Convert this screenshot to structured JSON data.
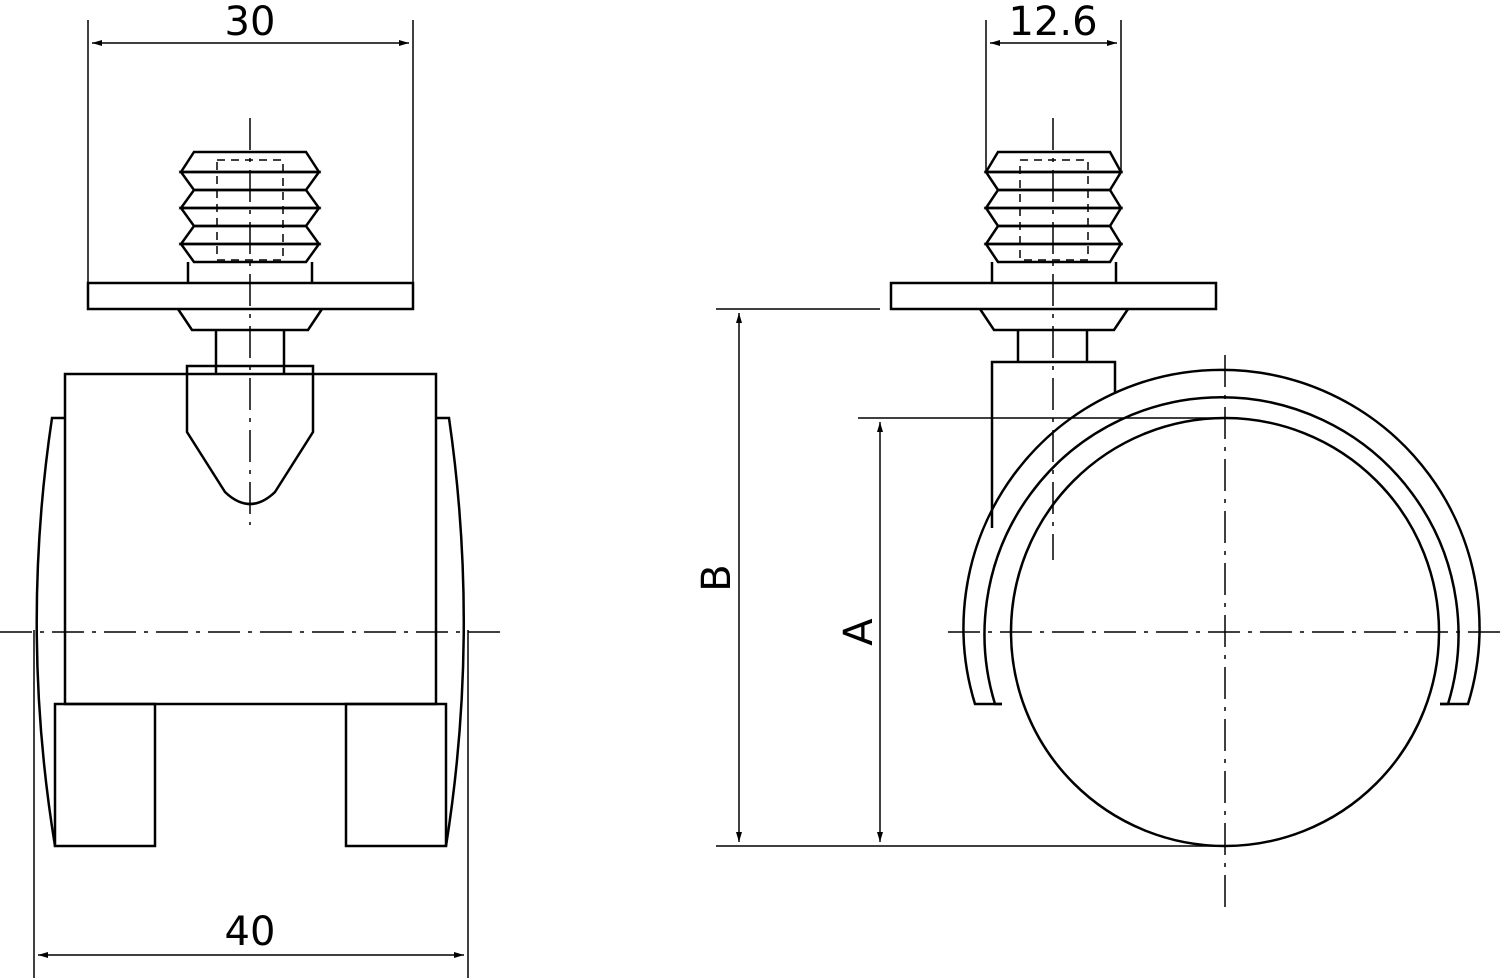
{
  "dimensions": {
    "front_top_width": "30",
    "side_top_width": "12.6",
    "front_bottom_width": "40",
    "side_height_b": "B",
    "side_height_a": "A"
  },
  "colors": {
    "line": "#000000",
    "background": "#ffffff"
  }
}
